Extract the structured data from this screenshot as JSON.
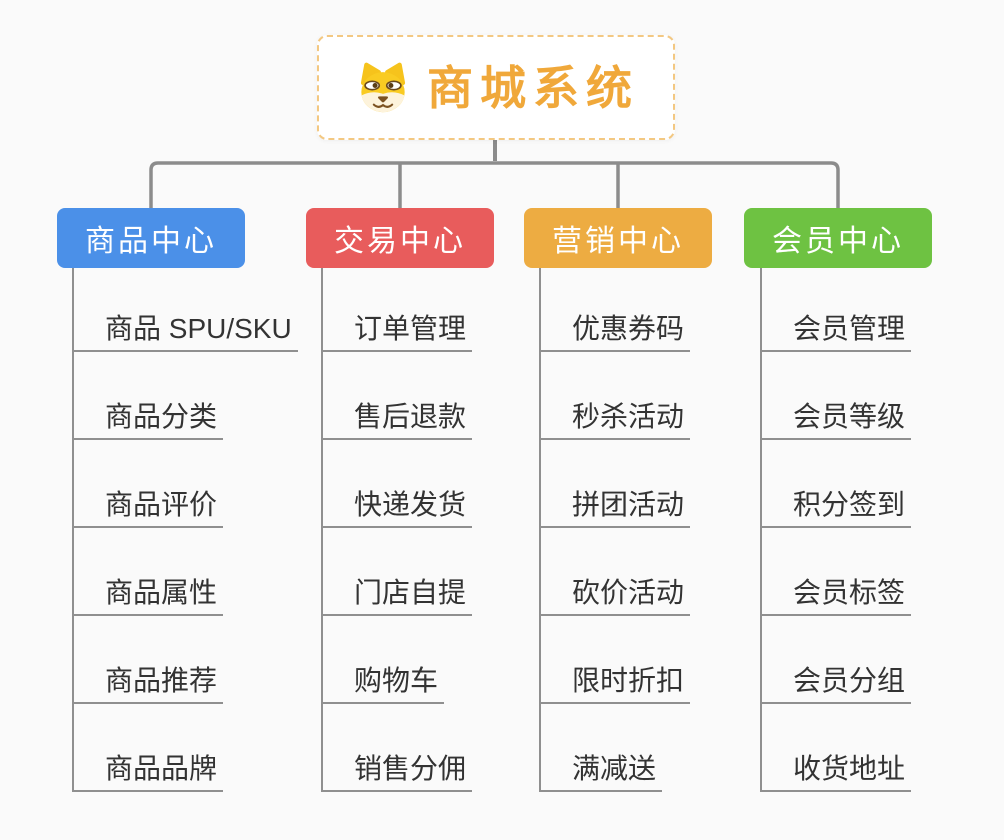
{
  "root": {
    "title": "商城系统",
    "icon": "dog-face-icon",
    "accent_color": "#F0A83A",
    "border_color": "#F3C882"
  },
  "branches": [
    {
      "label": "商品中心",
      "color": "#4B90E8",
      "children": [
        "商品 SPU/SKU",
        "商品分类",
        "商品评价",
        "商品属性",
        "商品推荐",
        "商品品牌"
      ]
    },
    {
      "label": "交易中心",
      "color": "#E85C5C",
      "children": [
        "订单管理",
        "售后退款",
        "快递发货",
        "门店自提",
        "购物车",
        "销售分佣"
      ]
    },
    {
      "label": "营销中心",
      "color": "#EDAC42",
      "children": [
        "优惠券码",
        "秒杀活动",
        "拼团活动",
        "砍价活动",
        "限时折扣",
        "满减送"
      ]
    },
    {
      "label": "会员中心",
      "color": "#6EC242",
      "children": [
        "会员管理",
        "会员等级",
        "积分签到",
        "会员标签",
        "会员分组",
        "收货地址"
      ]
    }
  ],
  "colors": {
    "background": "#FAFAFA",
    "connector": "#8C8C8C",
    "child_text": "#333333",
    "header_text": "#FFFFFF"
  }
}
